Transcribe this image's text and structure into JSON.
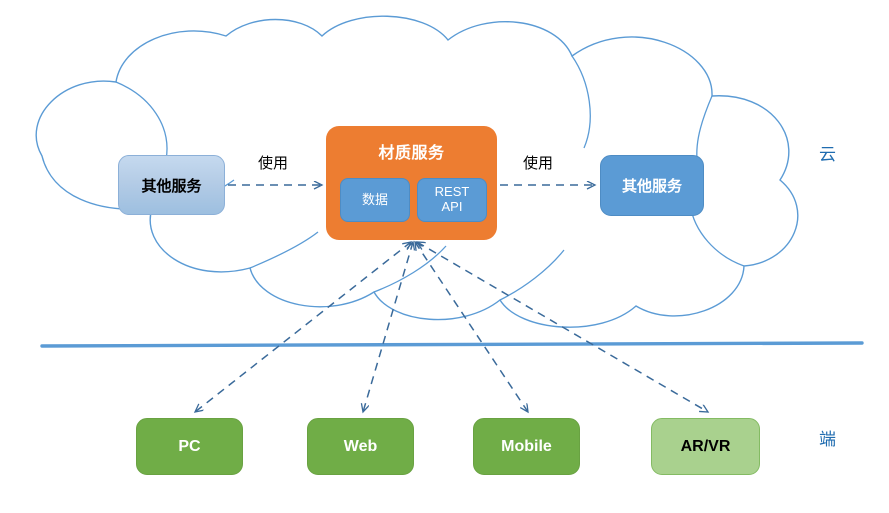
{
  "diagram": {
    "title_implicit": "",
    "zones": {
      "cloud_label": "云",
      "device_label": "端"
    },
    "nodes": {
      "other_service_left": "其他服务",
      "other_service_right": "其他服务",
      "material_service": "材质服务",
      "sub_data": "数据",
      "sub_rest_api": "REST\nAPI",
      "sub_rest_api_line1": "REST",
      "sub_rest_api_line2": "API",
      "client_pc": "PC",
      "client_web": "Web",
      "client_mobile": "Mobile",
      "client_arvr": "AR/VR"
    },
    "edges": {
      "use_left": "使用",
      "use_right": "使用"
    },
    "colors": {
      "cloud_outline": "#5b9bd5",
      "divider_line": "#5b9bd5",
      "orange_service": "#ed7d31",
      "blue_box": "#5b9bd5",
      "light_blue_box": "#b4cce6",
      "green_client": "#70ad47",
      "light_green_client": "#a9d18e",
      "arrow_dashed": "#3a6a9a",
      "zone_label": "#1f6cb0"
    }
  }
}
